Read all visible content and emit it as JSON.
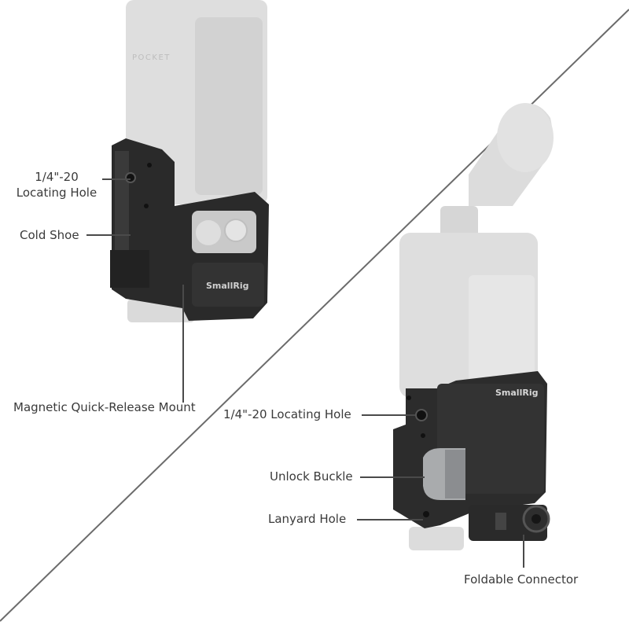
{
  "product_text": {
    "camera_brand": "POCKET",
    "mount_logo_top": "SmallRig",
    "mount_logo_bottom": "SmallRig"
  },
  "callouts": {
    "top_left_hole_line1": "1/4\"-20",
    "top_left_hole_line2": "Locating Hole",
    "cold_shoe": "Cold Shoe",
    "magnetic_mount": "Magnetic Quick-Release Mount",
    "bottom_hole": "1/4\"-20 Locating Hole",
    "unlock_buckle": "Unlock Buckle",
    "lanyard_hole": "Lanyard Hole",
    "foldable_connector": "Foldable Connector"
  },
  "colors": {
    "background": "#ffffff",
    "camera_body": "#dcdcdc",
    "mount_dark": "#2b2b2b",
    "buckle_silver": "#a9abad",
    "divider": "#6b6b6b",
    "label_text": "#3a3a3a"
  }
}
